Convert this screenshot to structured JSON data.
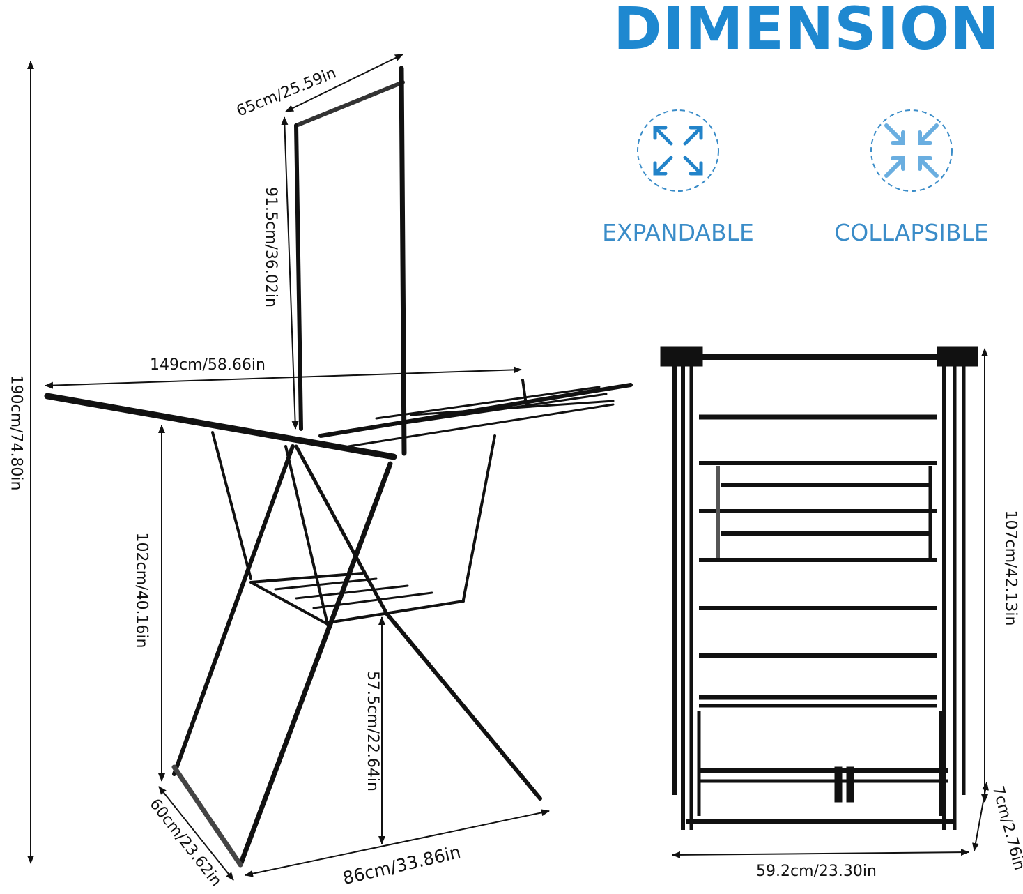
{
  "title": "DIMENSION",
  "features": [
    {
      "label": "EXPANDABLE",
      "icon": "expand-arrows-icon",
      "color": "#2283c9"
    },
    {
      "label": "COLLAPSIBLE",
      "icon": "collapse-arrows-icon",
      "color": "#6aaee0"
    }
  ],
  "dimensions": {
    "total_height": "190cm/74.80in",
    "top_bar_width": "65cm/25.59in",
    "upper_frame_height": "91.5cm/36.02in",
    "wing_span": "149cm/58.66in",
    "wing_height": "102cm/40.16in",
    "lower_shelf_height": "57.5cm/22.64in",
    "base_depth": "60cm/23.62in",
    "base_width": "86cm/33.86in",
    "folded_height": "107cm/42.13in",
    "folded_thickness": "7cm/2.76in",
    "folded_width": "59.2cm/23.30in"
  },
  "colors": {
    "accent": "#1e88d0",
    "frame": "#111111"
  }
}
